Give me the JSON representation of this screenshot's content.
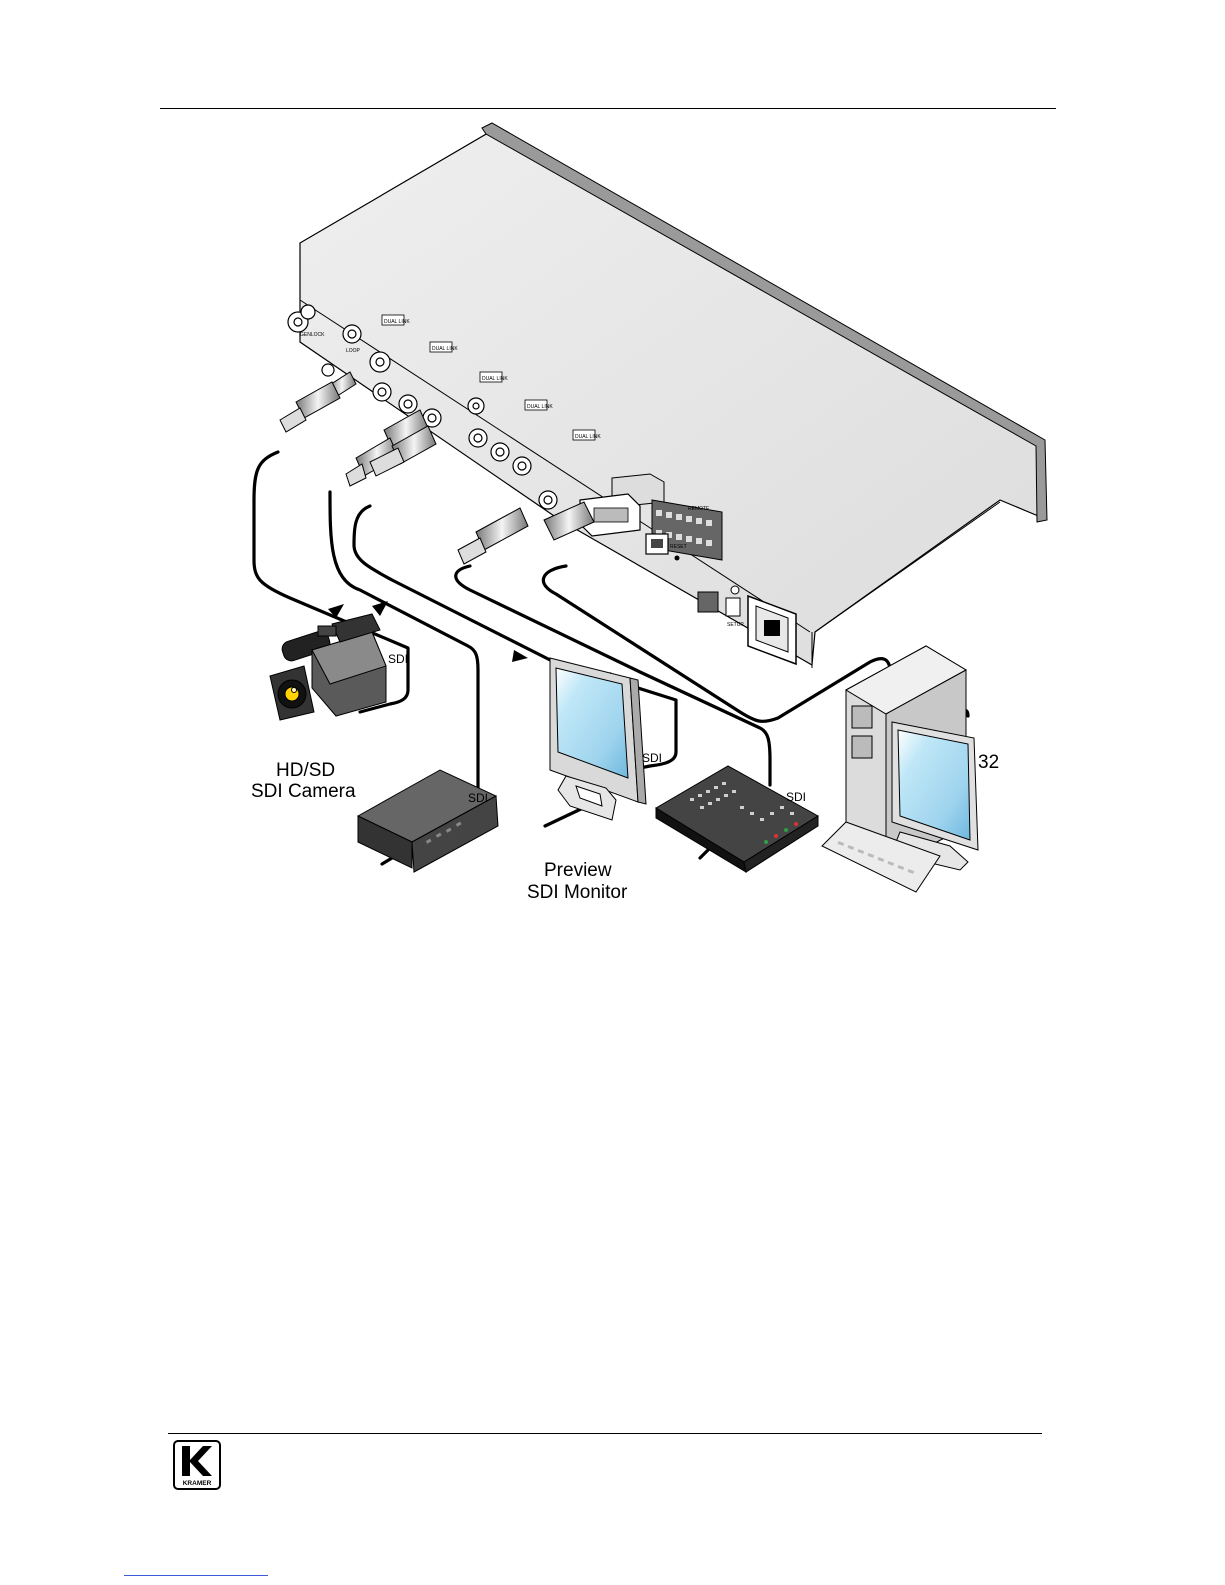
{
  "labels": {
    "camera": [
      "HD/SD",
      "SDI Camera"
    ],
    "camera_cable": "SDI",
    "recorder_cable": "SDI",
    "monitor_cable": "SDI",
    "monitor": [
      "Preview",
      "SDI Monitor"
    ],
    "controller_cable": "SDI",
    "pc_cable": "32"
  },
  "ports": {
    "genlock": "GENLOCK",
    "loop": "LOOP",
    "inputs": [
      "DUAL LINK",
      "DUAL LINK",
      "DUAL LINK",
      "DUAL LINK",
      "DUAL LINK"
    ],
    "remote": "REMOTE",
    "reset": "RESET",
    "setup": "SETUP"
  },
  "logo": {
    "text": "KRAMER"
  },
  "colors": {
    "line": "#000000",
    "chassis": "#eaeaea",
    "rail": "#9a9a9a",
    "screen": "#bfe7f7",
    "link": "#3b5bdb"
  }
}
